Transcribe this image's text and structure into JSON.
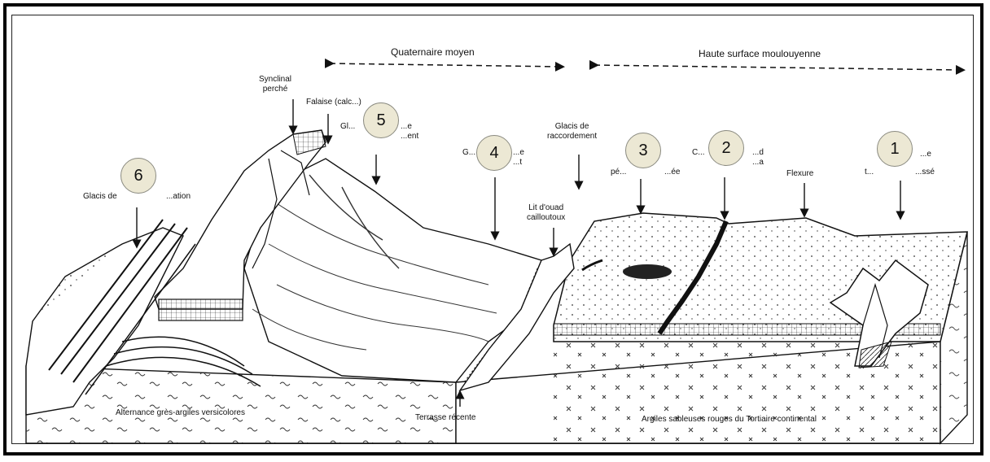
{
  "top_labels": {
    "left_period": "Quaternaire moyen",
    "right_period": "Haute surface moulouyenne"
  },
  "labels": {
    "synclinal": "Synclinal\nperché",
    "falaise": "Falaise (calc...)",
    "glacis_5": "Gl...",
    "glacis_5b": "...e\n...ent",
    "glacis_recouvrement": "Glacis de",
    "glacis_recouvrement_b": "...ation",
    "glacis_4": "G...",
    "glacis_4b": "...e\n...t",
    "glacis_raccordement": "Glacis de\nraccordement",
    "lit_oued": "Lit d'ouad\ncailloutoux",
    "label_3": "pé...",
    "label_3b": "...ée",
    "label_2": "C...",
    "label_2b": "...d\n...a",
    "flexure": "Flexure",
    "label_1": "...e",
    "label_1b": "t...",
    "label_1c": "...ssé",
    "bottom_left": "Alternance grès-argiles versicolores",
    "bottom_mid": "Terrasse récente",
    "bottom_right": "Argiles sableuses rouges du Tortiaire continental"
  },
  "markers": [
    "6",
    "5",
    "4",
    "3",
    "2",
    "1"
  ]
}
